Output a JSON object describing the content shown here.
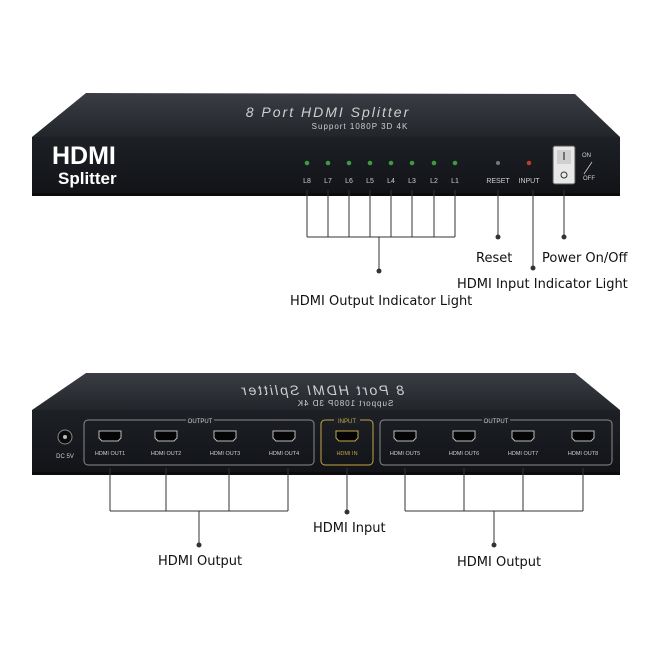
{
  "top_panel": {
    "title_line1": "8 Port HDMI Splitter",
    "title_line2": "Support 1080P 3D 4K",
    "brand_line1": "HDMI",
    "brand_line2": "Splitter",
    "led_labels": [
      "L8",
      "L7",
      "L6",
      "L5",
      "L4",
      "L3",
      "L2",
      "L1"
    ],
    "reset_label": "RESET",
    "input_label": "INPUT",
    "switch_on": "ON",
    "switch_off": "OFF"
  },
  "top_callouts": {
    "reset": "Reset",
    "power": "Power On/Off",
    "input_indicator": "HDMI Input Indicator Light",
    "output_indicator": "HDMI Output Indicator Light"
  },
  "bottom_panel": {
    "title_line1": "8 Port HDMI Splitter",
    "title_line2": "Support 1080P 3D 4K",
    "dc_label": "DC 5V",
    "output_group_label": "OUTPUT",
    "input_group_label": "INPUT",
    "input_port_label": "HDMI IN",
    "ports_left": [
      "HDMI OUT1",
      "HDMI OUT2",
      "HDMI OUT3",
      "HDMI OUT4"
    ],
    "ports_right": [
      "HDMI OUT5",
      "HDMI OUT6",
      "HDMI OUT7",
      "HDMI OUT8"
    ]
  },
  "bottom_callouts": {
    "output_left": "HDMI Output",
    "input": "HDMI Input",
    "output_right": "HDMI Output"
  },
  "colors": {
    "device_body": "#1c1f24",
    "led_green": "#3d9a3d",
    "led_red": "#c0392b",
    "input_port_gold": "#c4a64a"
  }
}
